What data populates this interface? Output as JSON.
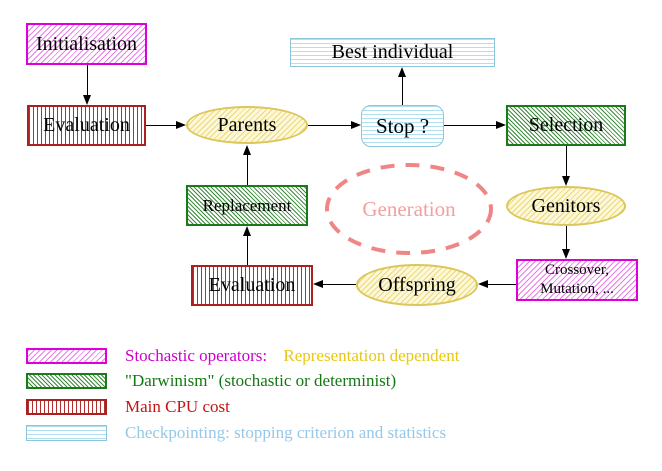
{
  "diagram": {
    "nodes": {
      "initialisation": {
        "label": "Initialisation"
      },
      "evaluation_top": {
        "label": "Evaluation"
      },
      "parents": {
        "label": "Parents"
      },
      "best_individual": {
        "label": "Best individual"
      },
      "stop": {
        "label": "Stop ?"
      },
      "selection": {
        "label": "Selection"
      },
      "genitors": {
        "label": "Genitors"
      },
      "crossover_mutation": {
        "line1": "Crossover,",
        "line2": "Mutation, ..."
      },
      "offspring": {
        "label": "Offspring"
      },
      "evaluation_bottom": {
        "label": "Evaluation"
      },
      "replacement": {
        "label": "Replacement"
      },
      "generation": {
        "label": "Generation"
      }
    },
    "legend": [
      {
        "swatch": "magenta-diagonal-hatch",
        "label": "Stochastic operators:",
        "label2": "Representation dependent"
      },
      {
        "swatch": "green-diagonal-hatch",
        "label": "\"Darwinism\" (stochastic or determinist)"
      },
      {
        "swatch": "red-vertical-stripes",
        "label": "Main CPU cost"
      },
      {
        "swatch": "cyan-horizontal-stripes",
        "label": "Checkpointing: stopping criterion and statistics"
      }
    ],
    "colors": {
      "magenta_border": "#dd00dd",
      "magenta_hatch": "#e87ce8",
      "red_border": "#ab2020",
      "red_stripe": "#b03030",
      "green_border": "#1a7a1a",
      "green_hatch": "#3c8c3c",
      "cyan_border": "#8cc6da",
      "cyan_stripe": "#b4dff0",
      "yellow_border": "#dcc65a",
      "yellow_fill": "#fdf8d8",
      "yellow_hatch": "#ead880",
      "salmon_dash": "#ef8585",
      "salmon_text": "#f2a0a0",
      "legend_magenta_text": "#cc00cc",
      "legend_gold_text": "#e8c814",
      "legend_green_text": "#137813",
      "legend_red_text": "#c41414",
      "legend_blue_text": "#96c8e8",
      "arrow": "#000000"
    }
  }
}
